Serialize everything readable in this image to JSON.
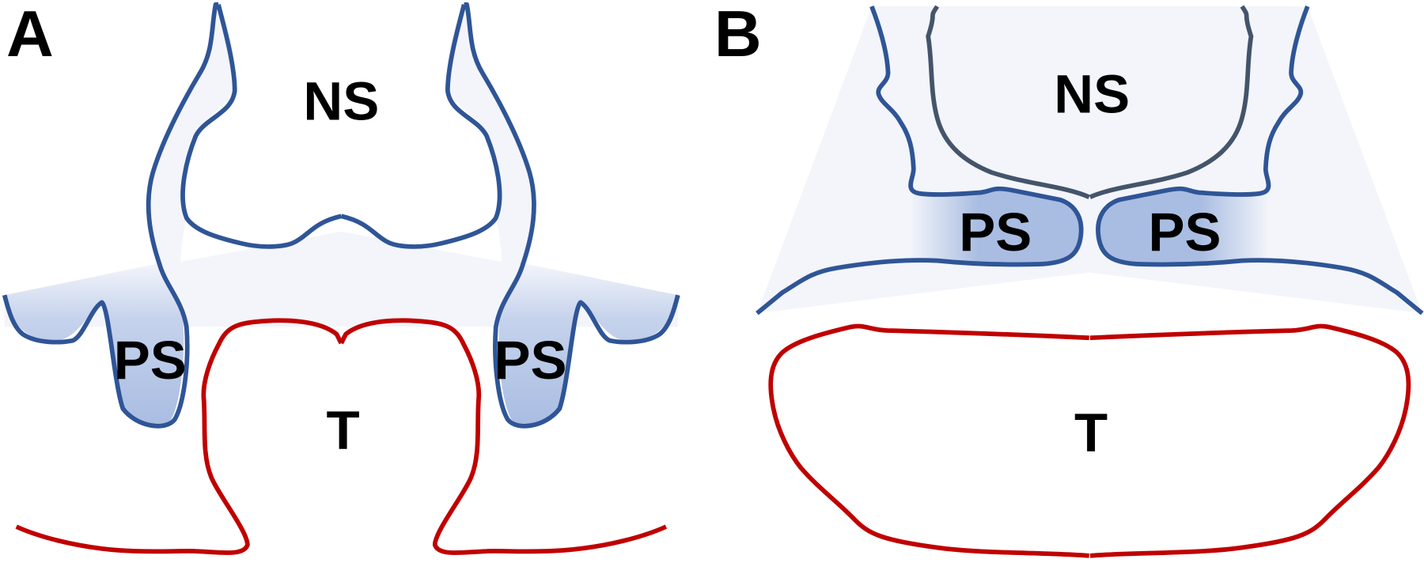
{
  "panels": [
    {
      "letter": "A",
      "labels": {
        "nasal_septum": "NS",
        "palatal_shelf_left": "PS",
        "palatal_shelf_right": "PS",
        "tongue": "T"
      }
    },
    {
      "letter": "B",
      "labels": {
        "nasal_septum": "NS",
        "palatal_shelf_left": "PS",
        "palatal_shelf_right": "PS",
        "tongue": "T"
      }
    }
  ],
  "colors": {
    "epithelium": "#2f5597",
    "septum_outline_b": "#44546a",
    "tongue": "#c00000",
    "shelf_fill": "#a9bde2",
    "mesenchyme_fill": "#f3f5fa"
  }
}
